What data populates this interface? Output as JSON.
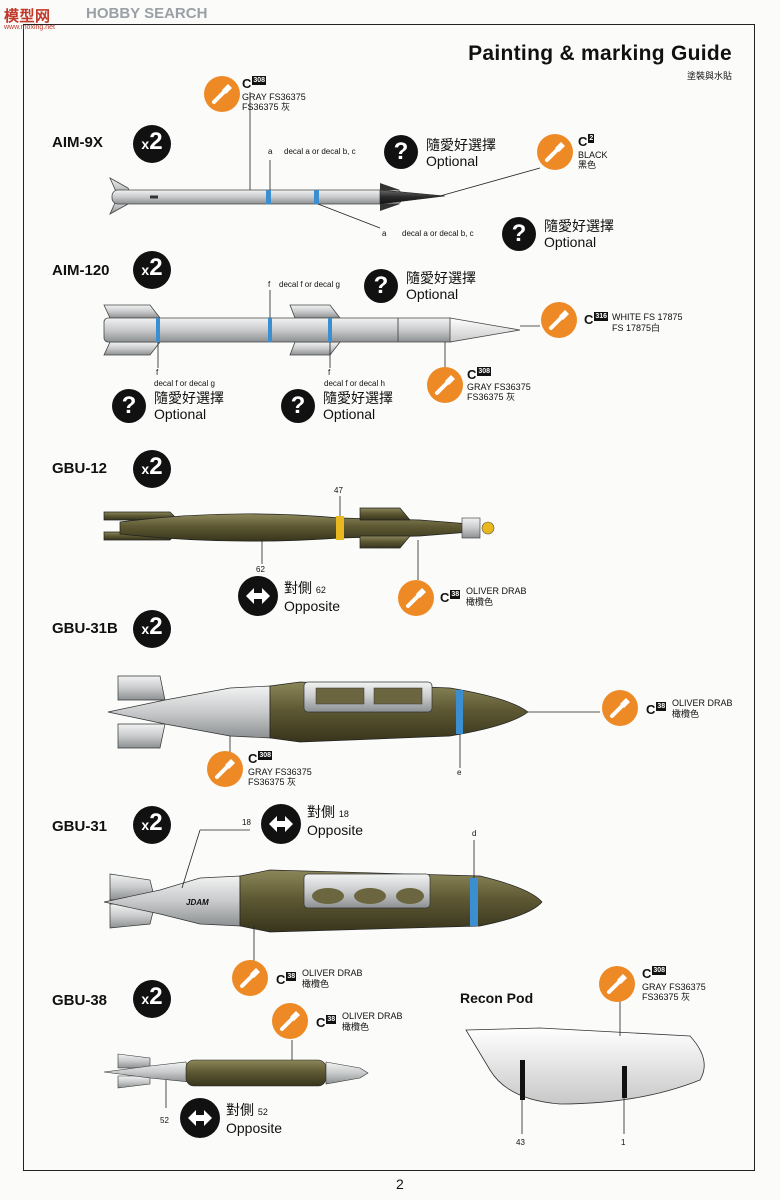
{
  "watermark": {
    "brand1": "模型网",
    "brand2": "HOBBY SEARCH",
    "site": "www.moxing.net"
  },
  "header": {
    "title": "Painting & marking Guide",
    "subtitle": "塗裝與水貼"
  },
  "page_number": "2",
  "common": {
    "multiplier_x": "x",
    "multiplier_n": "2",
    "question": "?",
    "optional_cn": "隨愛好選擇",
    "optional_en": "Optional"
  },
  "aim9x": {
    "label": "AIM-9X",
    "c1_code": "C",
    "c1_box": "308",
    "c1_name": "GRAY FS36375",
    "c1_cn": "FS36375 灰",
    "c2_code": "C",
    "c2_box": "2",
    "c2_name": "BLACK",
    "c2_cn": "黑色",
    "dec_a1": "a",
    "dec_ab1": "decal a or decal b, c",
    "dec_a2": "a",
    "dec_ab2": "decal a or decal b, c"
  },
  "aim120": {
    "label": "AIM-120",
    "dec_f1": "f",
    "dec_fg1": "decal f or decal g",
    "c_white_box": "316",
    "c_white_name": "WHITE FS 17875",
    "c_white_cn": "FS 17875白",
    "c_gray_code": "C",
    "c_gray_box": "308",
    "c_gray_name": "GRAY FS36375",
    "c_gray_cn": "FS36375 灰",
    "dec_f2": "f",
    "dec_fg2": "decal f or decal g",
    "dec_f3": "f",
    "dec_fh": "decal f or decal h",
    "c_white_code": "C"
  },
  "gbu12": {
    "label": "GBU-12",
    "n47": "47",
    "n62": "62",
    "opp_cn": "對側",
    "opp_num": "62",
    "opp_en": "Opposite",
    "c_code": "C",
    "c_box": "38",
    "c_name": "OLIVER DRAB",
    "c_cn": "橄欖色"
  },
  "gbu31b": {
    "label": "GBU-31B",
    "c1_code": "C",
    "c1_box": "38",
    "c1_name": "OLIVER DRAB",
    "c1_cn": "橄欖色",
    "c2_code": "C",
    "c2_box": "308",
    "c2_name": "GRAY FS36375",
    "c2_cn": "FS36375 灰",
    "dec_e": "e"
  },
  "gbu31": {
    "label": "GBU-31",
    "n18": "18",
    "opp_cn": "對側",
    "opp_num": "18",
    "opp_en": "Opposite",
    "dec_d": "d",
    "jdam": "JDAM",
    "c_code": "C",
    "c_box": "38",
    "c_name": "OLIVER DRAB",
    "c_cn": "橄欖色"
  },
  "gbu38": {
    "label": "GBU-38",
    "c_code": "C",
    "c_box": "38",
    "c_name": "OLIVER DRAB",
    "c_cn": "橄欖色",
    "n52": "52",
    "opp_cn": "對側",
    "opp_num": "52",
    "opp_en": "Opposite"
  },
  "recon": {
    "label": "Recon Pod",
    "c_code": "C",
    "c_box": "308",
    "c_name": "GRAY FS36375",
    "c_cn": "FS36375 灰",
    "n43": "43",
    "n1": "1"
  },
  "colors": {
    "orange": "#ee8a26",
    "olive": "#5f5a34",
    "gray": "#c9cbcc",
    "blue": "#3b8fd0",
    "yellow": "#e8b81e"
  },
  "icons": [
    "paint-brush-icon",
    "question-icon",
    "opposite-arrow-icon"
  ]
}
